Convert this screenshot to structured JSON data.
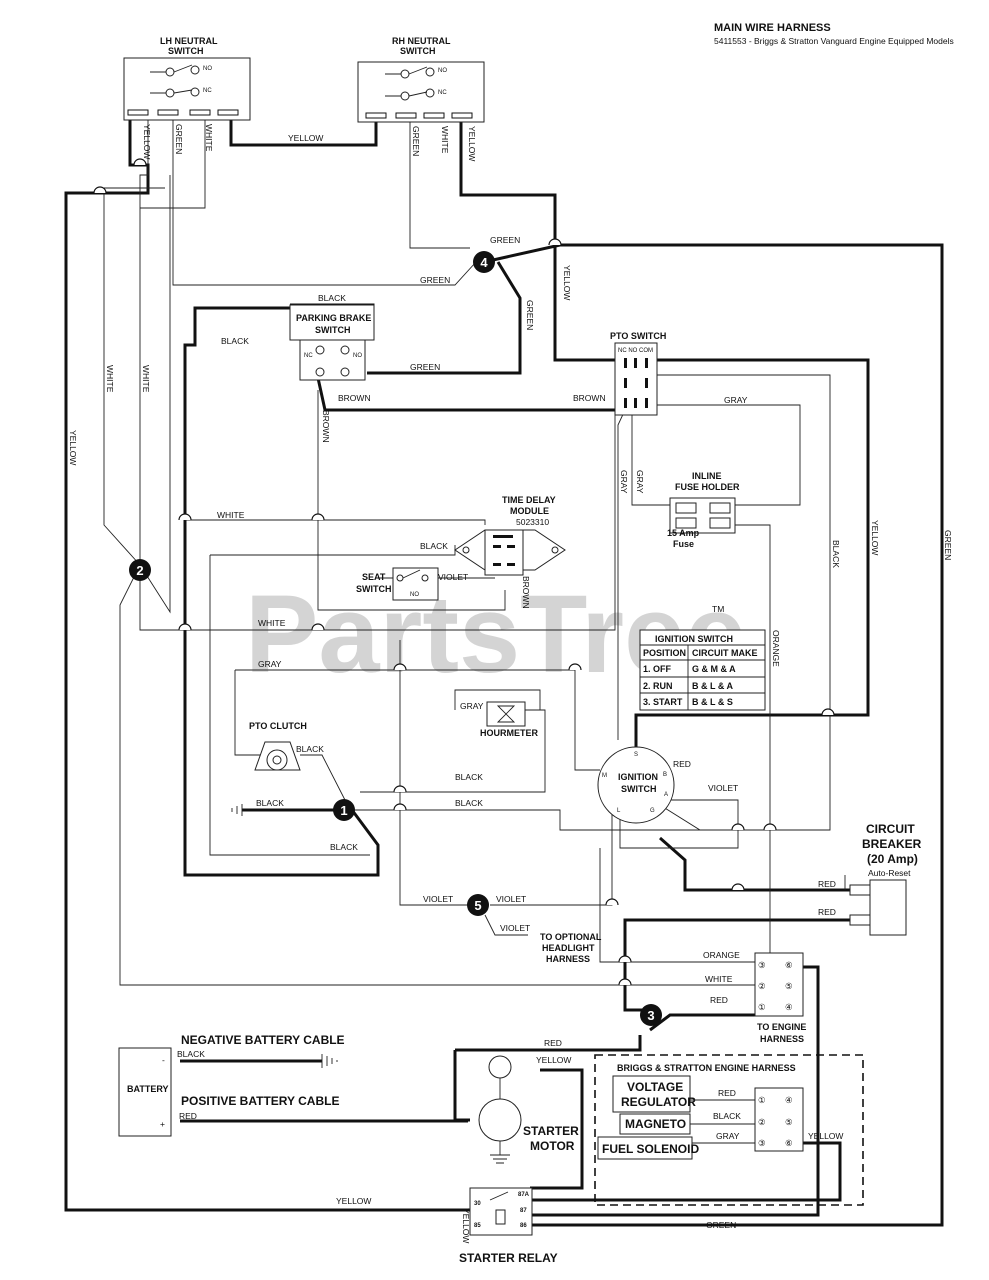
{
  "header": {
    "title": "MAIN WIRE HARNESS",
    "subtitle": "5411553 - Briggs & Stratton Vanguard Engine Equipped Models"
  },
  "watermark": {
    "text": "PartsTree",
    "tm": "TM"
  },
  "components": {
    "lh_neutral": "LH NEUTRAL",
    "lh_switch": "SWITCH",
    "rh_neutral": "RH NEUTRAL",
    "rh_switch": "SWITCH",
    "parking_brake_1": "PARKING BRAKE",
    "parking_brake_2": "SWITCH",
    "pto_switch": "PTO SWITCH",
    "pto_terms": "NC  NO COM",
    "time_delay_1": "TIME DELAY",
    "time_delay_2": "MODULE",
    "time_delay_pn": "5023310",
    "seat_switch_1": "SEAT",
    "seat_switch_2": "SWITCH",
    "inline_fuse_1": "INLINE",
    "inline_fuse_2": "FUSE HOLDER",
    "fuse_amp": "15 Amp",
    "fuse_word": "Fuse",
    "hourmeter": "HOURMETER",
    "pto_clutch": "PTO CLUTCH",
    "ignition_1": "IGNITION",
    "ignition_2": "SWITCH",
    "breaker_1": "CIRCUIT",
    "breaker_2": "BREAKER",
    "breaker_3": "(20 Amp)",
    "breaker_4": "Auto-Reset",
    "to_headlight_1": "TO OPTIONAL",
    "to_headlight_2": "HEADLIGHT",
    "to_headlight_3": "HARNESS",
    "to_engine_1": "TO ENGINE",
    "to_engine_2": "HARNESS",
    "neg_cable": "NEGATIVE BATTERY CABLE",
    "pos_cable": "POSITIVE BATTERY CABLE",
    "battery": "BATTERY",
    "starter_1": "STARTER",
    "starter_2": "MOTOR",
    "starter_relay": "STARTER RELAY",
    "bs_harness": "BRIGGS & STRATTON ENGINE HARNESS",
    "voltage_1": "VOLTAGE",
    "voltage_2": "REGULATOR",
    "magneto": "MAGNETO",
    "fuel_solenoid": "FUEL SOLENOID"
  },
  "ignition_table": {
    "title": "IGNITION SWITCH",
    "col1": "POSITION",
    "col2": "CIRCUIT MAKE",
    "rows": [
      {
        "pos": "1. OFF",
        "make": "G & M & A"
      },
      {
        "pos": "2. RUN",
        "make": "B & L & A"
      },
      {
        "pos": "3. START",
        "make": "B & L & S"
      }
    ]
  },
  "switch_terms": {
    "no": "NO",
    "nc": "NC"
  },
  "ign_terms": {
    "s": "S",
    "m": "M",
    "b": "B",
    "a": "A",
    "l": "L",
    "g": "G"
  },
  "relay_terms": {
    "t30": "30",
    "t87a": "87A",
    "t87": "87",
    "t85": "85",
    "t86": "86"
  },
  "connector_pins": {
    "p1": "①",
    "p2": "②",
    "p3": "③",
    "p4": "④",
    "p5": "⑤",
    "p6": "⑥"
  },
  "nodes": {
    "n1": "1",
    "n2": "2",
    "n3": "3",
    "n4": "4",
    "n5": "5"
  },
  "wires": {
    "yellow": "YELLOW",
    "green": "GREEN",
    "white": "WHITE",
    "black": "BLACK",
    "brown": "BROWN",
    "gray": "GRAY",
    "violet": "VIOLET",
    "red": "RED",
    "orange": "ORANGE"
  },
  "colors": {
    "wire": "#111111",
    "watermark": "#d4d4d4",
    "background": "#ffffff"
  }
}
